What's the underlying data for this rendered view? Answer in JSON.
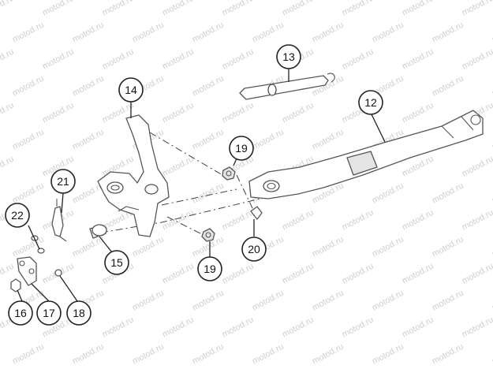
{
  "watermark": "motod.ru",
  "callouts": {
    "c12": "12",
    "c13": "13",
    "c14": "14",
    "c15": "15",
    "c16": "16",
    "c17": "17",
    "c18": "18",
    "c19a": "19",
    "c19b": "19",
    "c20": "20",
    "c21": "21",
    "c22": "22"
  },
  "colors": {
    "line": "#555555",
    "callout_stroke": "#222222",
    "watermark": "#cfcfcf"
  }
}
